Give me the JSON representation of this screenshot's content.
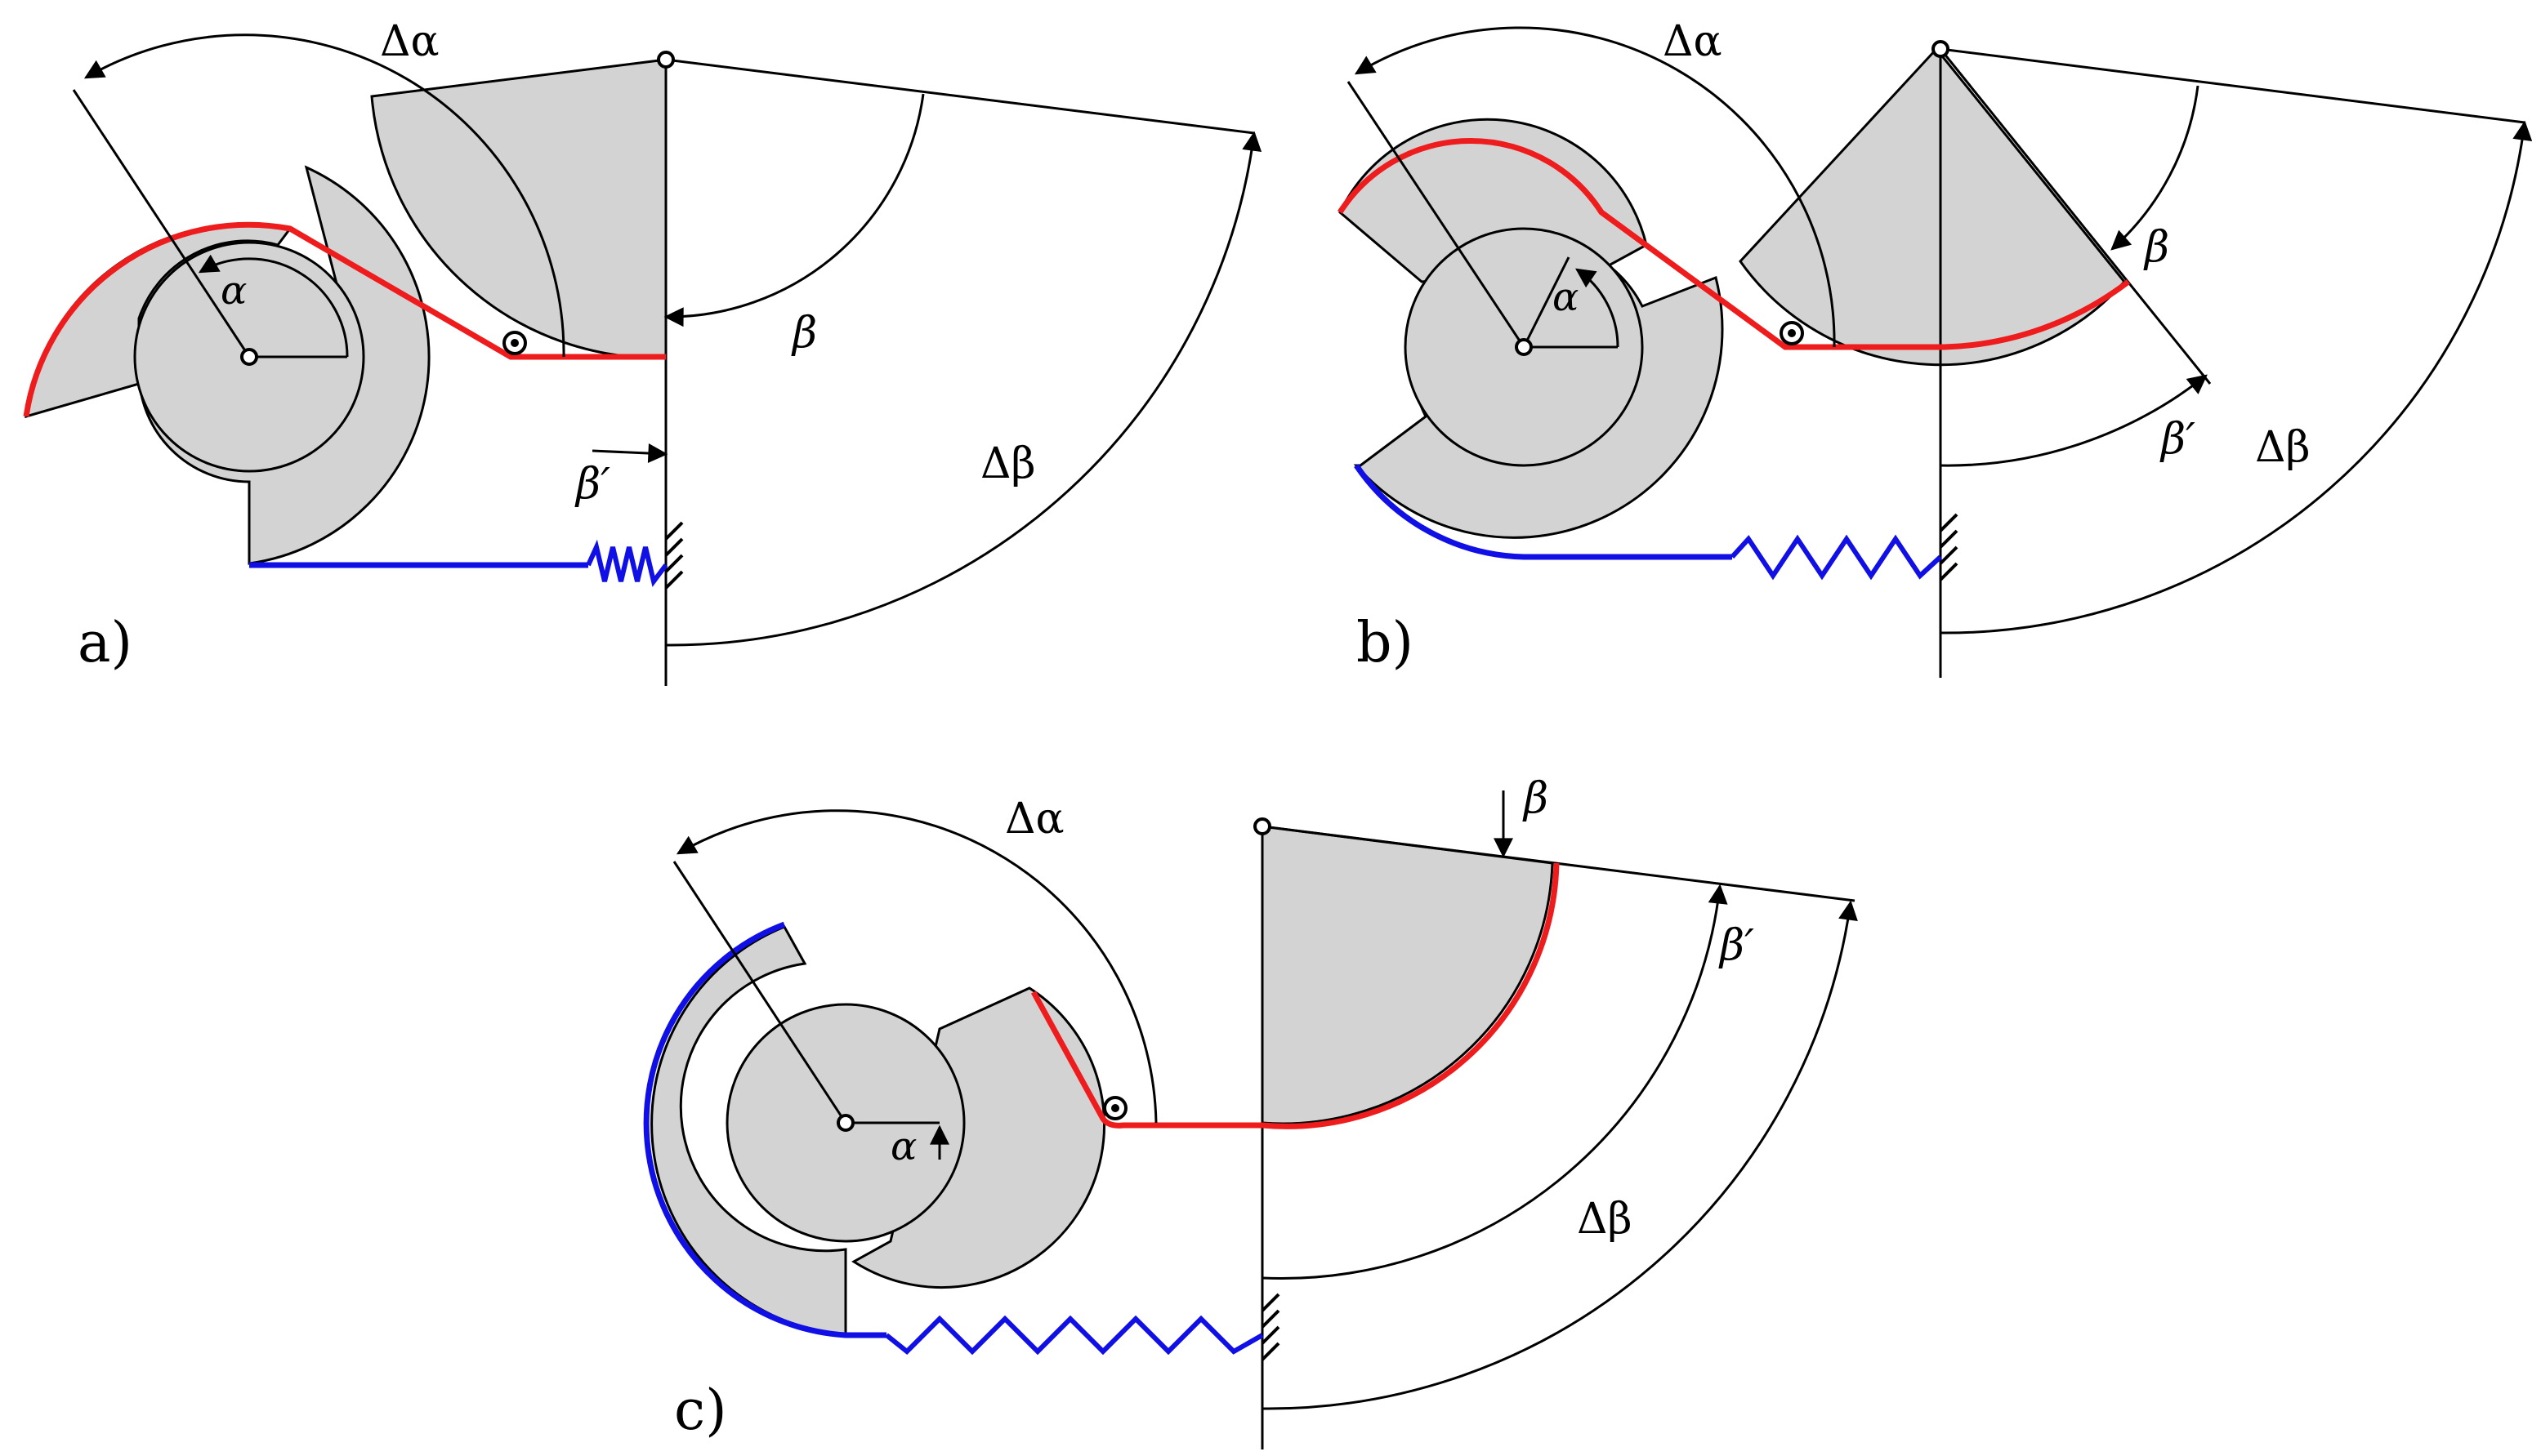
{
  "colors": {
    "fill": "#d3d3d3",
    "line": "#000000",
    "red": "#ee1c1c",
    "blue": "#1010e6",
    "background": "#ffffff"
  },
  "panels": [
    {
      "id": "a",
      "label": "a)",
      "symbols": {
        "delta_alpha": "Δα",
        "alpha": "α",
        "beta": "β",
        "beta_prime": "β′",
        "delta_beta": "Δβ"
      }
    },
    {
      "id": "b",
      "label": "b)",
      "symbols": {
        "delta_alpha": "Δα",
        "alpha": "α",
        "beta": "β",
        "beta_prime": "β′",
        "delta_beta": "Δβ"
      }
    },
    {
      "id": "c",
      "label": "c)",
      "symbols": {
        "delta_alpha": "Δα",
        "alpha": "α",
        "beta": "β",
        "beta_prime": "β′",
        "delta_beta": "Δβ"
      }
    }
  ]
}
